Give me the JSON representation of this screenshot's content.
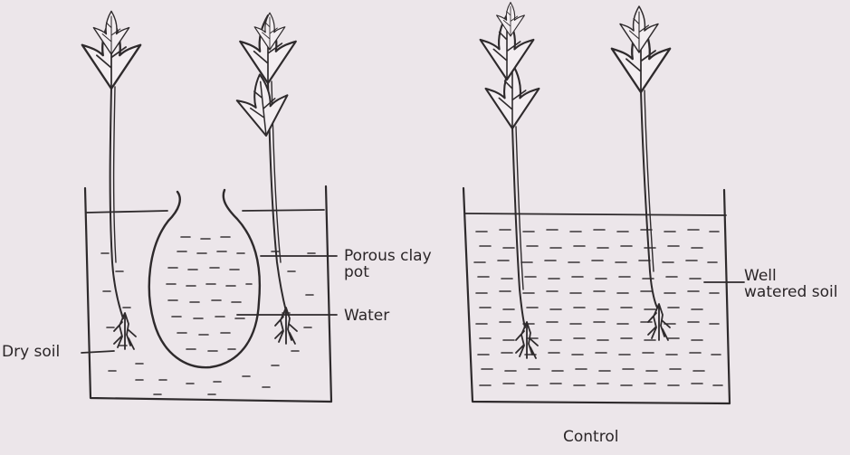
{
  "diagram": {
    "labels": {
      "porous_pot": "Porous clay\npot",
      "water": "Water",
      "dry_soil": "Dry soil",
      "well_watered_soil": "Well\nwatered soil",
      "control": "Control"
    },
    "colors": {
      "background": "#ece6ea",
      "ink": "#2e2a2c"
    }
  }
}
